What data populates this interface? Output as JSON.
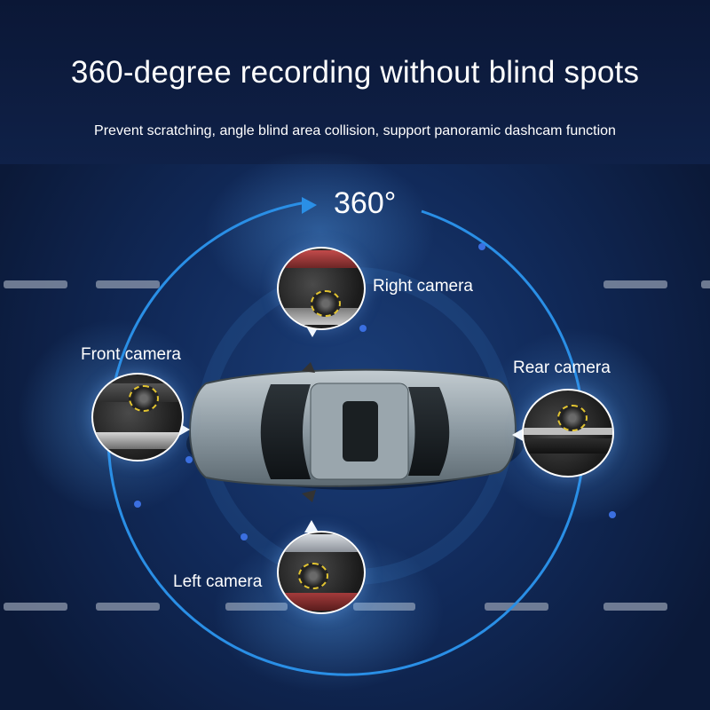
{
  "header": {
    "title": "360-degree recording without blind spots",
    "subtitle": "Prevent scratching, angle blind area collision, support panoramic dashcam function"
  },
  "diagram": {
    "degree_label": "360°",
    "cameras": {
      "right": "Right camera",
      "front": "Front camera",
      "rear": "Rear camera",
      "left": "Left camera"
    }
  },
  "colors": {
    "background": "#0c1a3e",
    "ring": "#2a8fe6",
    "lens_ring": "#e2c431",
    "car_body": "#8e9ba3"
  }
}
